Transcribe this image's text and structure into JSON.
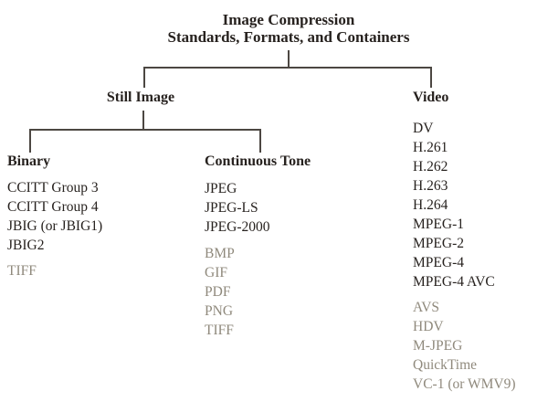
{
  "diagram": {
    "title_line1": "Image Compression",
    "title_line2": "Standards, Formats, and Containers",
    "colors": {
      "text": "#27221f",
      "muted_text": "#8f897c",
      "connector_line": "#4c4742",
      "background": "#ffffff"
    },
    "branches": {
      "still_image": {
        "label": "Still Image"
      },
      "video": {
        "label": "Video",
        "items": [
          "DV",
          "H.261",
          "H.262",
          "H.263",
          "H.264",
          "MPEG-1",
          "MPEG-2",
          "MPEG-4",
          "MPEG-4 AVC"
        ],
        "muted_items": [
          "AVS",
          "HDV",
          "M-JPEG",
          "QuickTime",
          "VC-1 (or WMV9)"
        ]
      },
      "binary": {
        "label": "Binary",
        "items": [
          "CCITT Group 3",
          "CCITT Group 4",
          "JBIG (or JBIG1)",
          "JBIG2"
        ],
        "muted_items": [
          "TIFF"
        ]
      },
      "continuous_tone": {
        "label": "Continuous Tone",
        "items": [
          "JPEG",
          "JPEG-LS",
          "JPEG-2000"
        ],
        "muted_items": [
          "BMP",
          "GIF",
          "PDF",
          "PNG",
          "TIFF"
        ]
      }
    }
  }
}
